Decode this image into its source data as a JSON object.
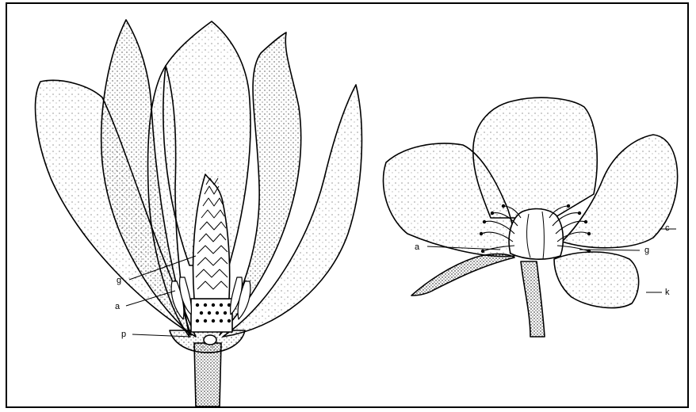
{
  "colors": {
    "ink": "#000000",
    "paper": "#ffffff"
  },
  "left_flower": {
    "labels": {
      "g": "g",
      "a": "a",
      "p": "p"
    }
  },
  "right_flower": {
    "labels": {
      "a": "a",
      "g": "g",
      "c": "c",
      "k": "k"
    }
  }
}
